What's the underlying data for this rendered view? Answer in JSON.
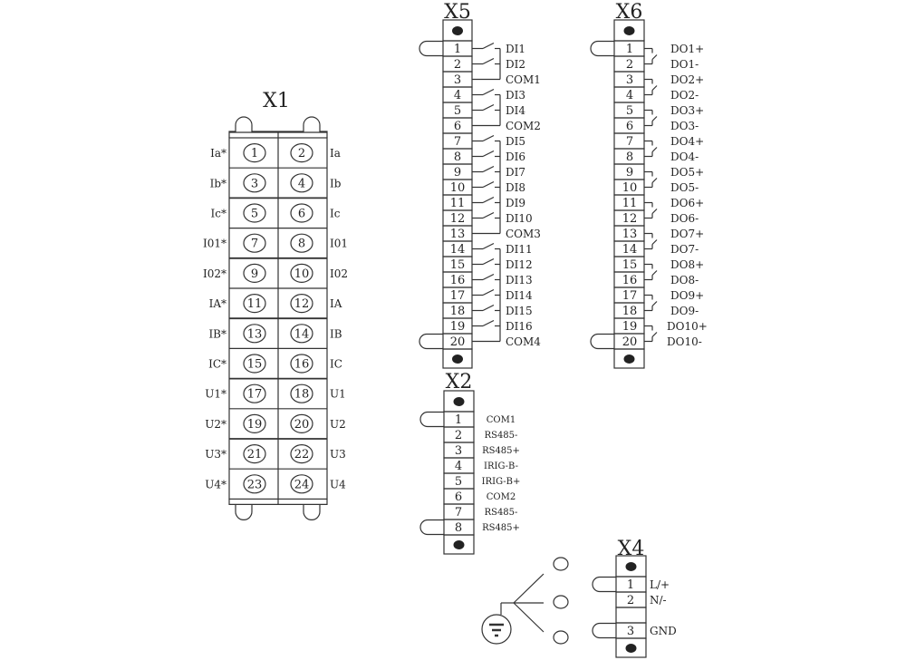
{
  "x1": {
    "title": "X1",
    "rows": [
      {
        "left_label": "Ia*",
        "left_num": "1",
        "right_num": "2",
        "right_label": "Ia"
      },
      {
        "left_label": "Ib*",
        "left_num": "3",
        "right_num": "4",
        "right_label": "Ib"
      },
      {
        "left_label": "Ic*",
        "left_num": "5",
        "right_num": "6",
        "right_label": "Ic"
      },
      {
        "left_label": "I01*",
        "left_num": "7",
        "right_num": "8",
        "right_label": "I01"
      },
      {
        "left_label": "I02*",
        "left_num": "9",
        "right_num": "10",
        "right_label": "I02"
      },
      {
        "left_label": "IA*",
        "left_num": "11",
        "right_num": "12",
        "right_label": "IA"
      },
      {
        "left_label": "IB*",
        "left_num": "13",
        "right_num": "14",
        "right_label": "IB"
      },
      {
        "left_label": "IC*",
        "left_num": "15",
        "right_num": "16",
        "right_label": "IC"
      },
      {
        "left_label": "U1*",
        "left_num": "17",
        "right_num": "18",
        "right_label": "U1"
      },
      {
        "left_label": "U2*",
        "left_num": "19",
        "right_num": "20",
        "right_label": "U2"
      },
      {
        "left_label": "U3*",
        "left_num": "21",
        "right_num": "22",
        "right_label": "U3"
      },
      {
        "left_label": "U4*",
        "left_num": "23",
        "right_num": "24",
        "right_label": "U4"
      }
    ]
  },
  "x5": {
    "title": "X5",
    "pins": [
      "1",
      "2",
      "3",
      "4",
      "5",
      "6",
      "7",
      "8",
      "9",
      "10",
      "11",
      "12",
      "13",
      "14",
      "15",
      "16",
      "17",
      "18",
      "19",
      "20"
    ],
    "labels": [
      "DI1",
      "DI2",
      "COM1",
      "DI3",
      "DI4",
      "COM2",
      "DI5",
      "DI6",
      "DI7",
      "DI8",
      "DI9",
      "DI10",
      "COM3",
      "DI11",
      "DI12",
      "DI13",
      "DI14",
      "DI15",
      "DI16",
      "COM4"
    ]
  },
  "x6": {
    "title": "X6",
    "pins": [
      "1",
      "2",
      "3",
      "4",
      "5",
      "6",
      "7",
      "8",
      "9",
      "10",
      "11",
      "12",
      "13",
      "14",
      "15",
      "16",
      "17",
      "18",
      "19",
      "20"
    ],
    "labels": [
      "DO1+",
      "DO1-",
      "DO2+",
      "DO2-",
      "DO3+",
      "DO3-",
      "DO4+",
      "DO4-",
      "DO5+",
      "DO5-",
      "DO6+",
      "DO6-",
      "DO7+",
      "DO7-",
      "DO8+",
      "DO8-",
      "DO9+",
      "DO9-",
      "DO10+",
      "DO10-"
    ]
  },
  "x2": {
    "title": "X2",
    "pins": [
      "1",
      "2",
      "3",
      "4",
      "5",
      "6",
      "7",
      "8"
    ],
    "labels": [
      "COM1",
      "RS485-",
      "RS485+",
      "IRIG-B-",
      "IRIG-B+",
      "COM2",
      "RS485-",
      "RS485+"
    ]
  },
  "x4": {
    "title": "X4",
    "rows": [
      {
        "pin": "1",
        "label": "L/+"
      },
      {
        "pin": "2",
        "label": "N/-"
      },
      {
        "pin": "",
        "label": ""
      },
      {
        "pin": "3",
        "label": "GND"
      }
    ]
  },
  "icons": {
    "ground": "ground-icon",
    "screw": "screw-icon"
  }
}
